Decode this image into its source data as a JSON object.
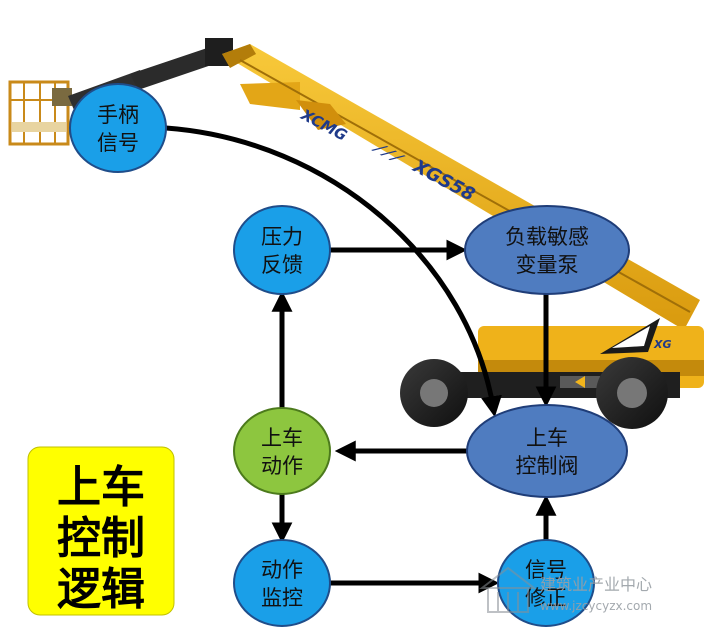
{
  "title_lines": [
    "上车",
    "控制",
    "逻辑"
  ],
  "nodes": {
    "handle_signal": [
      "手柄",
      "信号"
    ],
    "pressure_feedback": [
      "压力",
      "反馈"
    ],
    "load_sensing_pump": [
      "负载敏感",
      "变量泵"
    ],
    "upper_action": [
      "上车",
      "动作"
    ],
    "upper_control_valve": [
      "上车",
      "控制阀"
    ],
    "action_monitor": [
      "动作",
      "监控"
    ],
    "signal_correction": [
      "信号",
      "修正"
    ]
  },
  "machine": {
    "brand": "XCMG",
    "model": "XGS58",
    "badge": "XG"
  },
  "watermark": {
    "name": "建筑业产业中心",
    "url": "www.jzcycyzx.com"
  },
  "colors": {
    "node_blue": "#1a9fe8",
    "node_green": "#8dc63f",
    "node_slate": "#4f7cc0",
    "title_box": "#ffff00",
    "boom_yellow": "#f2b51c",
    "arrow": "#000000"
  }
}
